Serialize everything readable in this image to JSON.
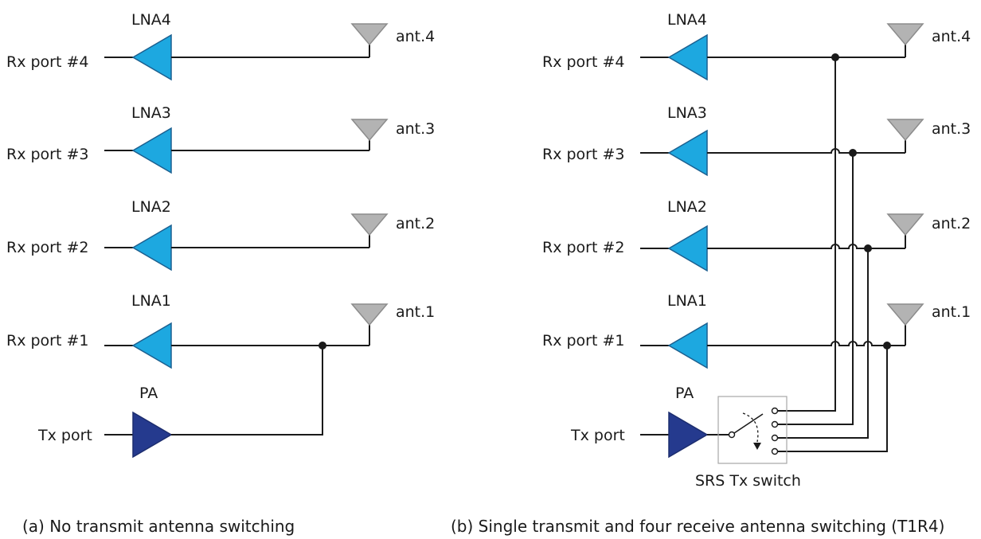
{
  "panel_a": {
    "rx_ports": [
      "Rx port #4",
      "Rx port #3",
      "Rx port #2",
      "Rx port #1"
    ],
    "lnas": [
      "LNA4",
      "LNA3",
      "LNA2",
      "LNA1"
    ],
    "antennas": [
      "ant.4",
      "ant.3",
      "ant.2",
      "ant.1"
    ],
    "pa": "PA",
    "tx_port": "Tx port",
    "caption": "(a) No transmit antenna switching"
  },
  "panel_b": {
    "rx_ports": [
      "Rx port #4",
      "Rx port #3",
      "Rx port #2",
      "Rx port #1"
    ],
    "lnas": [
      "LNA4",
      "LNA3",
      "LNA2",
      "LNA1"
    ],
    "antennas": [
      "ant.4",
      "ant.3",
      "ant.2",
      "ant.1"
    ],
    "pa": "PA",
    "tx_port": "Tx port",
    "switch_label": "SRS Tx switch",
    "caption": "(b) Single transmit and four receive antenna switching (T1R4)"
  },
  "colors": {
    "lna_fill": "#1da8e0",
    "pa_fill": "#253a8e",
    "antenna_fill": "#b3b3b3"
  }
}
